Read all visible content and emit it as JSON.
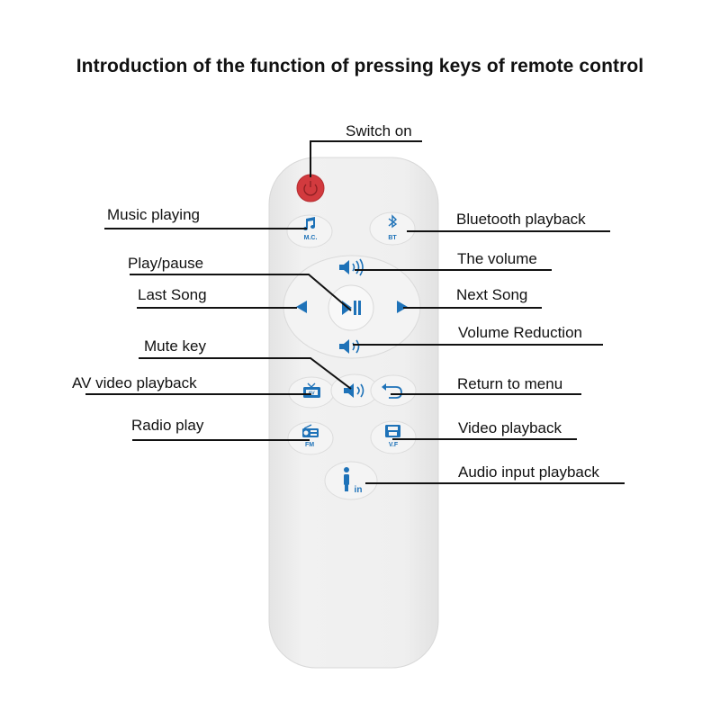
{
  "title": "Introduction of the function of pressing keys of remote control",
  "colors": {
    "accent": "#1e72b8",
    "power": "#d23a3e",
    "remote_body": "#ececec"
  },
  "buttons": {
    "mc": {
      "text": "M.C.",
      "icon": "music-note-icon"
    },
    "bt": {
      "text": "BT",
      "icon": "bluetooth-icon"
    },
    "av": {
      "text": "AV",
      "icon": "tv-icon"
    },
    "fm": {
      "text": "FM",
      "icon": "radio-icon"
    },
    "vf": {
      "text": "V.F",
      "icon": "floppy-icon"
    },
    "in": {
      "text": "in",
      "icon": "person-icon"
    }
  },
  "labels": {
    "switch_on": "Switch on",
    "music_playing": "Music playing",
    "bluetooth_playback": "Bluetooth playback",
    "play_pause": "Play/pause",
    "the_volume": "The volume",
    "last_song": "Last Song",
    "next_song": "Next Song",
    "volume_reduction": "Volume Reduction",
    "mute_key": "Mute key",
    "av_video_playback": "AV video playback",
    "return_to_menu": "Return to menu",
    "radio_play": "Radio play",
    "video_playback": "Video playback",
    "audio_input_playback": "Audio input playback"
  }
}
